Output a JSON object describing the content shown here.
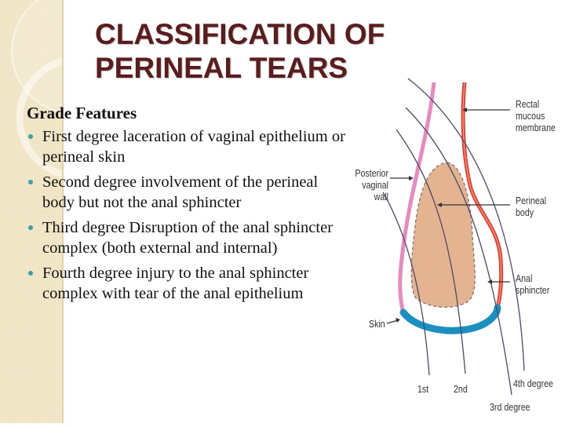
{
  "slide": {
    "title_line1": "CLASSIFICATION OF",
    "title_line2": "PERINEAL TEARS",
    "colors": {
      "title": "#5a1c1c",
      "side_panel": "#efe2bf",
      "bullet": "#3aa0a8"
    }
  },
  "content": {
    "header": "Grade Features",
    "items": [
      {
        "text": "First degree laceration of vaginal epithelium or perineal skin"
      },
      {
        "text": "Second degree involvement of the perineal body but not the anal sphincter"
      },
      {
        "text": "Third degree Disruption of the anal sphincter complex (both external and internal)"
      },
      {
        "text": "Fourth degree injury to the anal sphincter complex with tear of the anal epithelium"
      }
    ]
  },
  "diagram": {
    "labels": {
      "rectal_line1": "Rectal",
      "rectal_line2": "mucous",
      "rectal_line3": "membrane",
      "posterior_line1": "Posterior",
      "posterior_line2": "vaginal",
      "posterior_line3": "wall",
      "perineal_line1": "Perineal",
      "perineal_line2": "body",
      "anal_line1": "Anal",
      "anal_line2": "sphincter",
      "skin": "Skin",
      "first": "1st",
      "second": "2nd",
      "third": "3rd degree",
      "fourth": "4th degree"
    },
    "colors": {
      "vaginal_wall": "#e889c0",
      "rectal_membrane": "#e8402e",
      "skin": "#1a8fc0",
      "perineal_body": "#e3b48f",
      "degree_lines": "#4a4a6a"
    }
  }
}
